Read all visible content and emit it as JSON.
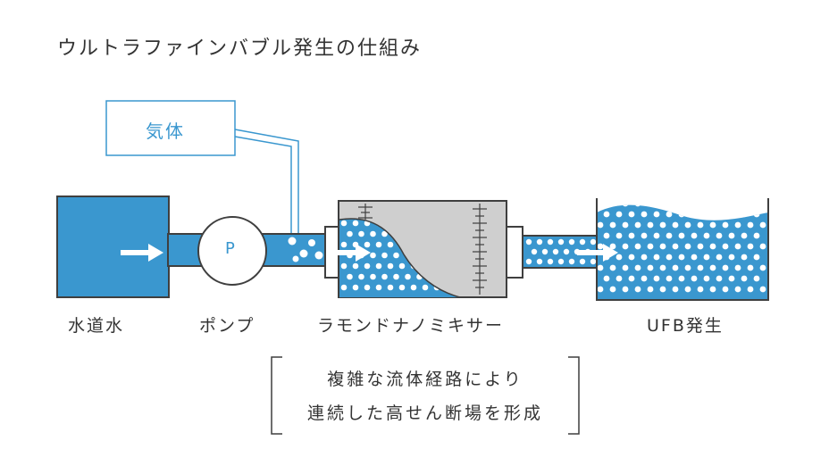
{
  "title": "ウルトラファインバブル発生の仕組み",
  "gas_label": "気体",
  "pump_symbol": "P",
  "labels": {
    "tap_water": "水道水",
    "pump": "ポンプ",
    "mixer": "ラモンドナノミキサー",
    "ufb": "UFB発生"
  },
  "note": {
    "line1": "複雑な流体経路により",
    "line2": "連続した高せん断場を形成"
  },
  "colors": {
    "water": "#3a97cf",
    "gas_line": "#3a97cf",
    "outline": "#3f3f3f",
    "mixer_body": "#cfcfcf",
    "bubble": "#ffffff",
    "text": "#333333"
  }
}
